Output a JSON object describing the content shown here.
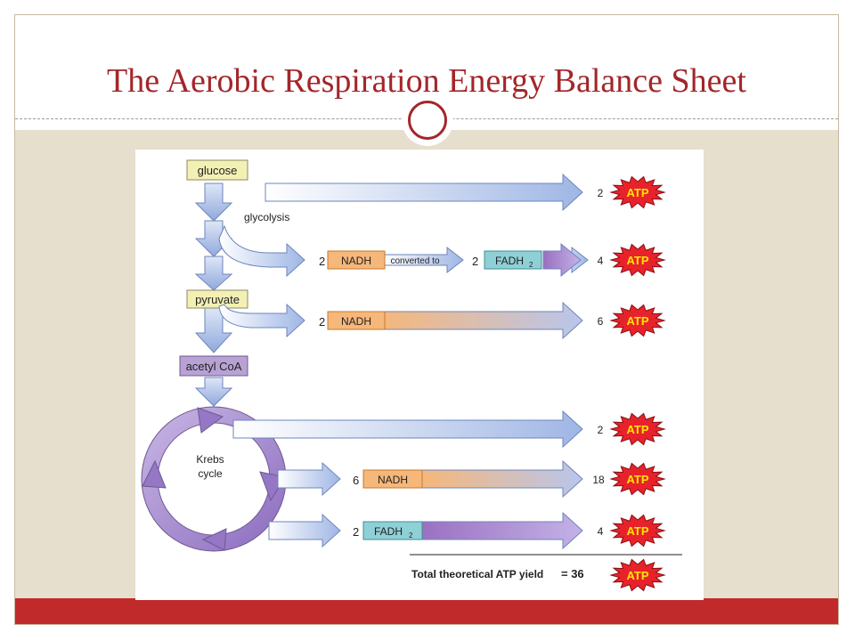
{
  "slide": {
    "title": "The Aerobic Respiration Energy Balance Sheet"
  },
  "diagram": {
    "stages": {
      "glucose": "glucose",
      "glycolysis": "glycolysis",
      "pyruvate": "pyruvate",
      "acetyl_coa": "acetyl CoA",
      "krebs_line1": "Krebs",
      "krebs_line2": "cycle"
    },
    "carriers": {
      "nadh": "NADH",
      "fadh2": "FADH",
      "fadh2_sub": "2",
      "converted_to": "converted to"
    },
    "atp_label": "ATP",
    "rows": [
      {
        "coeff": "",
        "carrier": "",
        "atp_count": "2"
      },
      {
        "coeff": "2",
        "carrier": "NADH",
        "coeff2": "2",
        "atp_count": "4"
      },
      {
        "coeff": "2",
        "carrier": "NADH",
        "atp_count": "6"
      },
      {
        "coeff": "",
        "carrier": "",
        "atp_count": "2"
      },
      {
        "coeff": "6",
        "carrier": "NADH",
        "atp_count": "18"
      },
      {
        "coeff": "2",
        "carrier": "FADH2",
        "atp_count": "4"
      }
    ],
    "total_label": "Total theoretical ATP yield",
    "total_value": "= 36"
  },
  "colors": {
    "title": "#a3262a",
    "content_bg": "#e6dfcd",
    "footer": "#c12a2b",
    "arrow_fill": "#b7c7e8",
    "nadh_fill": "#f6c08a",
    "fadh_fill": "#8fd0d6",
    "atp_fill": "#e8222b",
    "atp_text": "#ffe600",
    "stage_box": "#f3f0b4",
    "acetyl_box": "#b8a2d4"
  }
}
